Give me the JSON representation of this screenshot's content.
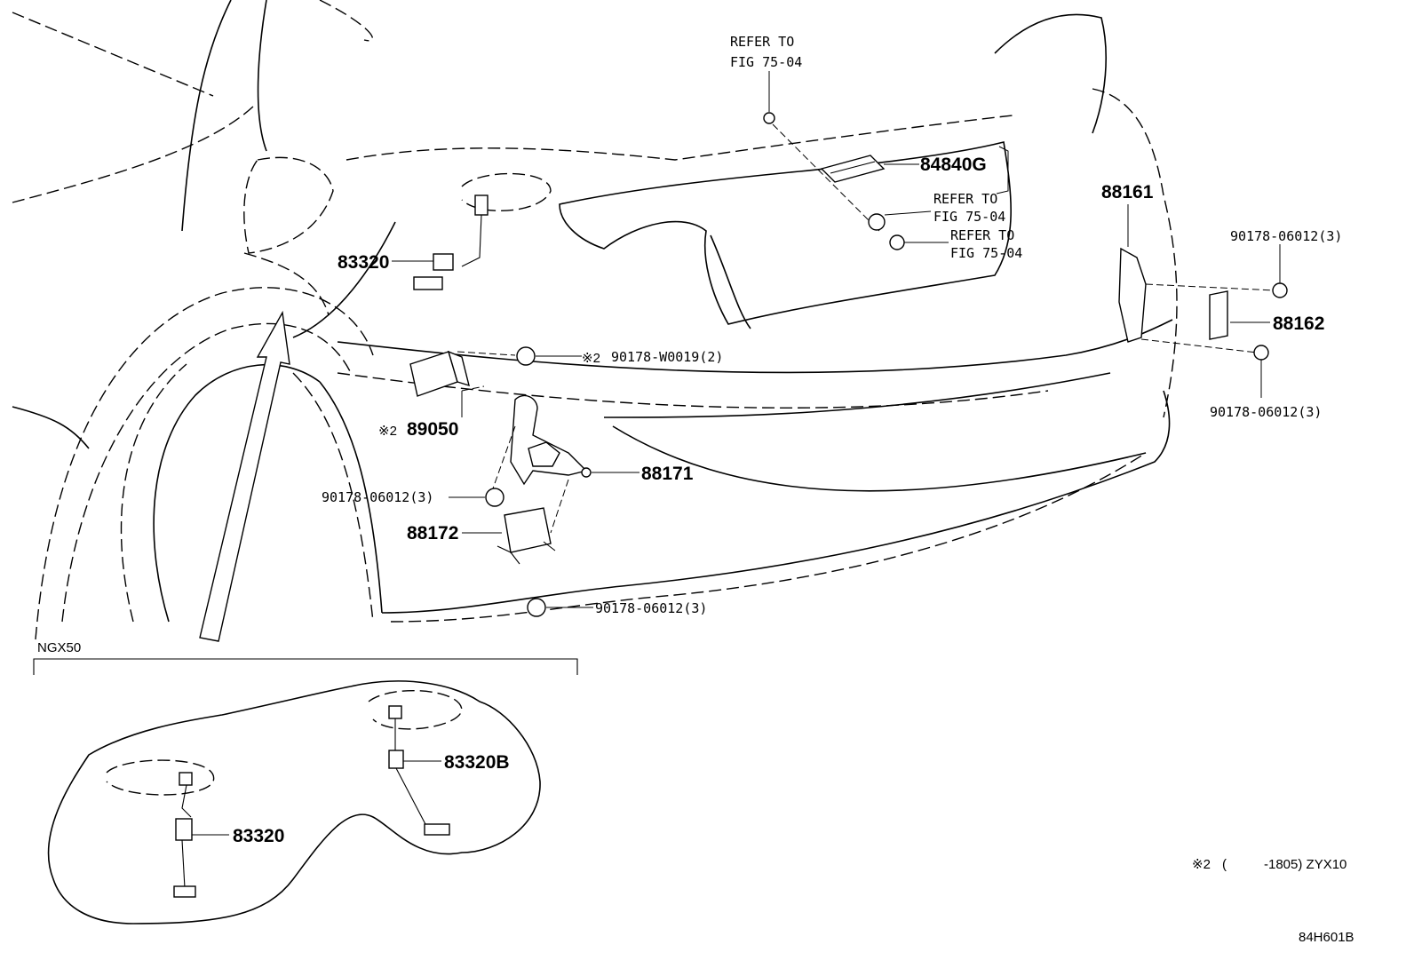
{
  "figure_code": "84H601B",
  "footnote": {
    "mark": "※2",
    "open_paren": "(",
    "text": "-1805) ZYX10"
  },
  "inset": {
    "title": "NGX50",
    "parts": [
      "83320B",
      "83320"
    ]
  },
  "parts": {
    "p84840G": "84840G",
    "p88161": "88161",
    "p88162": "88162",
    "p83320": "83320",
    "p89050": "89050",
    "p88171": "88171",
    "p88172": "88172",
    "p90178_W0019": "90178-W0019(2)",
    "p90178_06012_a": "90178-06012(3)",
    "p90178_06012_b": "90178-06012(3)",
    "p90178_06012_c": "90178-06012(3)",
    "p90178_06012_d": "90178-06012(3)"
  },
  "notes": {
    "mark_89050": "※2",
    "mark_90178": "※2"
  },
  "refer": {
    "r1_line1": "REFER TO",
    "r1_line2": "FIG 75-04",
    "r2_line1": "REFER TO",
    "r2_line2": "FIG 75-04",
    "r3_line1": "REFER TO",
    "r3_line2": "FIG 75-04"
  }
}
